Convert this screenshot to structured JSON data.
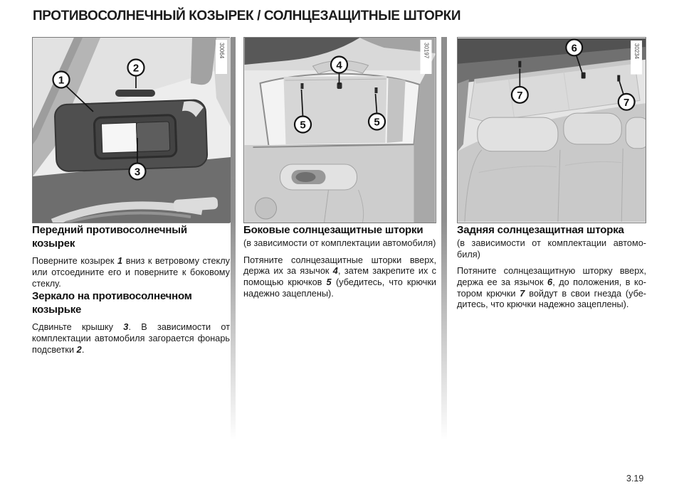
{
  "page": {
    "title": "ПРОТИВОСОЛНЕЧНЫЙ КОЗЫРЕК / СОЛНЦЕЗАЩИТНЫЕ ШТОРКИ",
    "page_number": "3.19"
  },
  "columns": [
    {
      "figure": {
        "ref": "30064",
        "callouts": [
          "1",
          "2",
          "3"
        ]
      },
      "sections": [
        {
          "heading": "Передний противосолнечный козырек",
          "body": "Поверните козырек *1* вниз к ветровому стеклу или отсоедините его и поверните к боковому стеклу."
        },
        {
          "heading": "Зеркало на противосолнечном козырьке",
          "body": "Сдвиньте крышку *3*. В зависимости от комплектации автомобиля загорается фонарь подсветки *2*."
        }
      ]
    },
    {
      "figure": {
        "ref": "30197",
        "callouts": [
          "4",
          "5",
          "5"
        ]
      },
      "sections": [
        {
          "heading": "Боковые солнцезащитные шторки",
          "note": "(в зависимости от комплектации автомо­биля)",
          "body": "Потяните солнцезащитные шторки вверх, держа их за язычок *4*, затем закрепите их с помощью крючков *5* (убедитесь, что крючки надежно зацеплены)."
        }
      ]
    },
    {
      "figure": {
        "ref": "30234",
        "callouts": [
          "6",
          "7",
          "7"
        ]
      },
      "sections": [
        {
          "heading": "Задняя солнцезащитная шторка",
          "note": "(в зависимости от комплектации автомо­биля)",
          "body": "Потяните солнцезащитную шторку вверх, держа ее за язычок *6*, до положения, в ко­тором крючки *7* войдут в свои гнезда (убе­дитесь, что крючки надежно зацеплены)."
        }
      ]
    }
  ]
}
